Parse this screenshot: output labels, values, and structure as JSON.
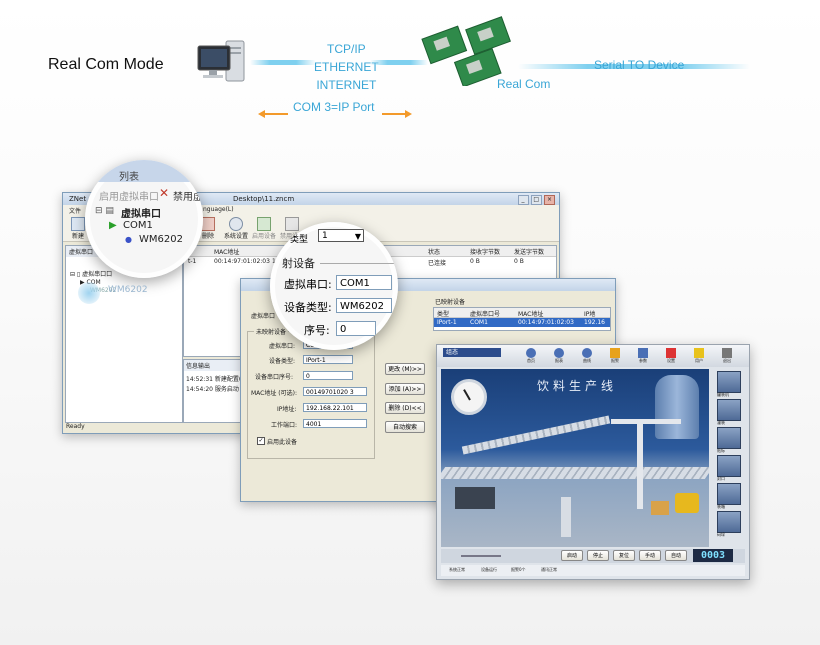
{
  "diagram": {
    "mode_label": "Real Com Mode",
    "network_lines": [
      "TCP/IP",
      "ETHERNET",
      "INTERNET"
    ],
    "real_com_label": "Real Com",
    "serial_label": "Serial TO Device",
    "port_label": "COM 3=IP Port",
    "colors": {
      "accent_blue": "#3aa6d6",
      "arrow_orange": "#f39a2b"
    }
  },
  "main_window": {
    "title": "ZNet",
    "path": "Desktop\\11.zncm",
    "menu_file": "文件",
    "menu_language": "nguage(L)",
    "toolbar": [
      "新建",
      "删除",
      "系统设置",
      "启用设备",
      "禁用设备"
    ],
    "tree_header": "虚拟串口",
    "tree_root": "虚拟串口口",
    "tree_com": "COM",
    "tree_dev": "WM6202",
    "columns": [
      "MAC地址",
      "状态",
      "接收字节数",
      "发送字节数"
    ],
    "row": {
      "index": "t-1",
      "mac": "00:14:97:01:02:03",
      "extra": "19",
      "status": "已连接",
      "rx": "0 B",
      "tx": "0 B"
    },
    "log_header": "信息输出",
    "log": [
      "14:52:31 新建配置(C",
      "14:54:20 服务启动"
    ],
    "status": "Ready"
  },
  "magnifier1": {
    "header": "列表",
    "enable_label": "启用虚拟串口",
    "disable_label": "禁用虚",
    "root": "虚拟串口",
    "com": "COM1",
    "device": "WM6202"
  },
  "magnifier2": {
    "type_label": "类型",
    "combo_value": "1",
    "section": "射设备",
    "com_label": "虚拟串口:",
    "com_value": "COM1",
    "dev_label": "设备类型:",
    "dev_value": "WM6202",
    "seq_label": "序号:",
    "seq_value": "0"
  },
  "dialog": {
    "left_caption": "虚拟串口",
    "group_unmapped": "未映射设备",
    "fields": [
      {
        "label": "虚拟串口:",
        "value": "COM1"
      },
      {
        "label": "设备类型:",
        "value": "IPort-1"
      },
      {
        "label": "设备串口序号:",
        "value": "0"
      },
      {
        "label": "MAC地址 (可选):",
        "value": "00149701020 3"
      },
      {
        "label": "IP地址:",
        "value": "192.168.22.101"
      },
      {
        "label": "工作端口:",
        "value": "4001"
      }
    ],
    "checkbox": "启用此设备",
    "buttons": [
      "更改 (M)>>",
      "添加 (A)>>",
      "删除 (D)<<",
      "自动搜索"
    ],
    "group_mapped": "已映射设备",
    "mapped_columns": [
      "类型",
      "虚拟串口号",
      "MAC地址",
      "IP地"
    ],
    "mapped_row": [
      "IPort-1",
      "COM1",
      "00:14:97:01:02:03",
      "192.16"
    ]
  },
  "hmi": {
    "logo_text": "组态",
    "title_chars": "饮料生产线",
    "counter": "0003",
    "top_icons": [
      "首页",
      "报表",
      "曲线",
      "报警",
      "参数",
      "设置",
      "用户",
      "退出"
    ],
    "side_icons": [
      "罐装机",
      "灌装",
      "贴标",
      "封口",
      "装箱",
      "码垛",
      "输送",
      "包装"
    ],
    "bottom_buttons": [
      "启动",
      "停止",
      "复位",
      "手动",
      "自动"
    ],
    "status_items": [
      "系统正常",
      "设备运行",
      "报警0个",
      "通讯正常"
    ]
  }
}
